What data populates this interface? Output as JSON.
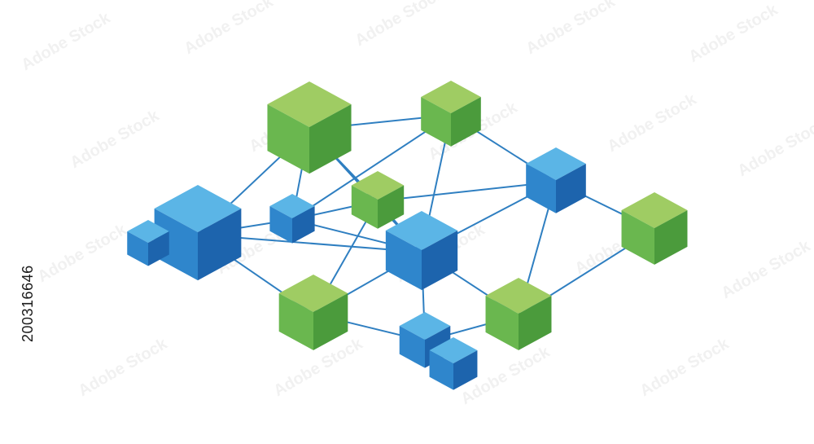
{
  "stock_id": "200316646",
  "watermark_text": "Adobe Stock",
  "colors": {
    "background": "#ffffff",
    "link": "#2f7fc1",
    "blue_top": "#5bb5e6",
    "blue_left": "#2f86cc",
    "blue_right": "#1d64ad",
    "green_top": "#9fcc63",
    "green_left": "#6ab74f",
    "green_right": "#4b9b3c"
  },
  "diagram": {
    "type": "isometric-network",
    "node_colors": [
      "blue",
      "green"
    ],
    "links": [
      [
        "node-green-large-top",
        "node-green-small-top"
      ],
      [
        "node-green-large-top",
        "node-blue-large-left"
      ],
      [
        "node-green-large-top",
        "node-blue-small-center"
      ],
      [
        "node-green-large-top",
        "node-green-center"
      ],
      [
        "node-green-large-top",
        "node-blue-center"
      ],
      [
        "node-green-small-top",
        "node-blue-top-right"
      ],
      [
        "node-green-small-top",
        "node-blue-center"
      ],
      [
        "node-green-small-top",
        "node-blue-small-center"
      ],
      [
        "node-blue-top-right",
        "node-green-right"
      ],
      [
        "node-blue-top-right",
        "node-green-bottom-right"
      ],
      [
        "node-blue-top-right",
        "node-green-center"
      ],
      [
        "node-blue-top-right",
        "node-blue-center"
      ],
      [
        "node-green-right",
        "node-green-bottom-right"
      ],
      [
        "node-blue-large-left",
        "node-blue-small-center"
      ],
      [
        "node-blue-large-left",
        "node-green-bottom-left"
      ],
      [
        "node-blue-large-left",
        "node-blue-center"
      ],
      [
        "node-blue-small-center",
        "node-green-center"
      ],
      [
        "node-blue-small-center",
        "node-blue-center"
      ],
      [
        "node-green-center",
        "node-green-bottom-left"
      ],
      [
        "node-green-center",
        "node-blue-center"
      ],
      [
        "node-blue-center",
        "node-green-bottom-left"
      ],
      [
        "node-blue-center",
        "node-green-bottom-right"
      ],
      [
        "node-blue-center",
        "node-blue-bottom-pair"
      ],
      [
        "node-green-bottom-left",
        "node-blue-bottom-pair"
      ],
      [
        "node-green-bottom-right",
        "node-blue-bottom-pair"
      ]
    ]
  }
}
